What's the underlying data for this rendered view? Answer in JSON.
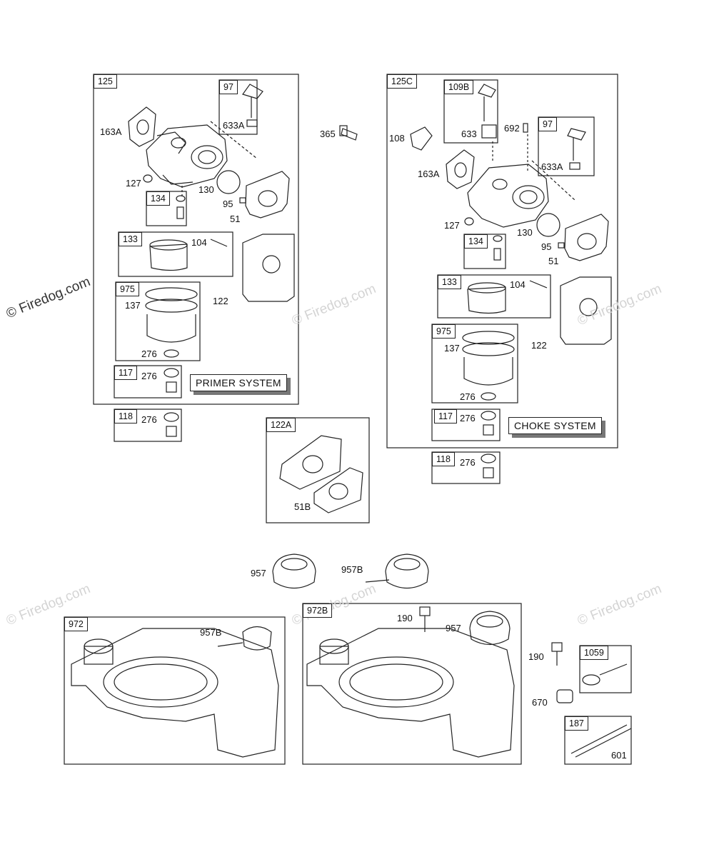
{
  "watermark": "© Firedog.com",
  "carb_primer": {
    "main": "125",
    "sub97": "97",
    "sub134": "134",
    "sub133": "133",
    "sub975": "975",
    "sub117": "117",
    "sub118": "118",
    "callouts": {
      "c633A": "633A",
      "c163A": "163A",
      "c127": "127",
      "c130": "130",
      "c95": "95",
      "c51": "51",
      "c104": "104",
      "c122": "122",
      "c137": "137",
      "c276a": "276",
      "c276b": "276",
      "c276c": "276"
    },
    "system_label": "PRIMER SYSTEM"
  },
  "carb_choke": {
    "main": "125C",
    "sub109B": "109B",
    "sub97": "97",
    "sub134": "134",
    "sub133": "133",
    "sub975": "975",
    "sub117": "117",
    "sub118": "118",
    "callouts": {
      "c108": "108",
      "c633": "633",
      "c692": "692",
      "c633A": "633A",
      "c163A": "163A",
      "c127": "127",
      "c130": "130",
      "c95": "95",
      "c51": "51",
      "c104": "104",
      "c122": "122",
      "c137": "137",
      "c276a": "276",
      "c276b": "276",
      "c276c": "276"
    },
    "system_label": "CHOKE SYSTEM"
  },
  "misc": {
    "c365": "365",
    "box122A": "122A",
    "c51B": "51B",
    "c957": "957",
    "c957B": "957B"
  },
  "tank_left": {
    "box": "972",
    "c957B": "957B"
  },
  "tank_right": {
    "box": "972B",
    "c190": "190",
    "c957": "957"
  },
  "side_parts": {
    "c190": "190",
    "box1059": "1059",
    "c670": "670",
    "box187": "187",
    "c601": "601"
  }
}
